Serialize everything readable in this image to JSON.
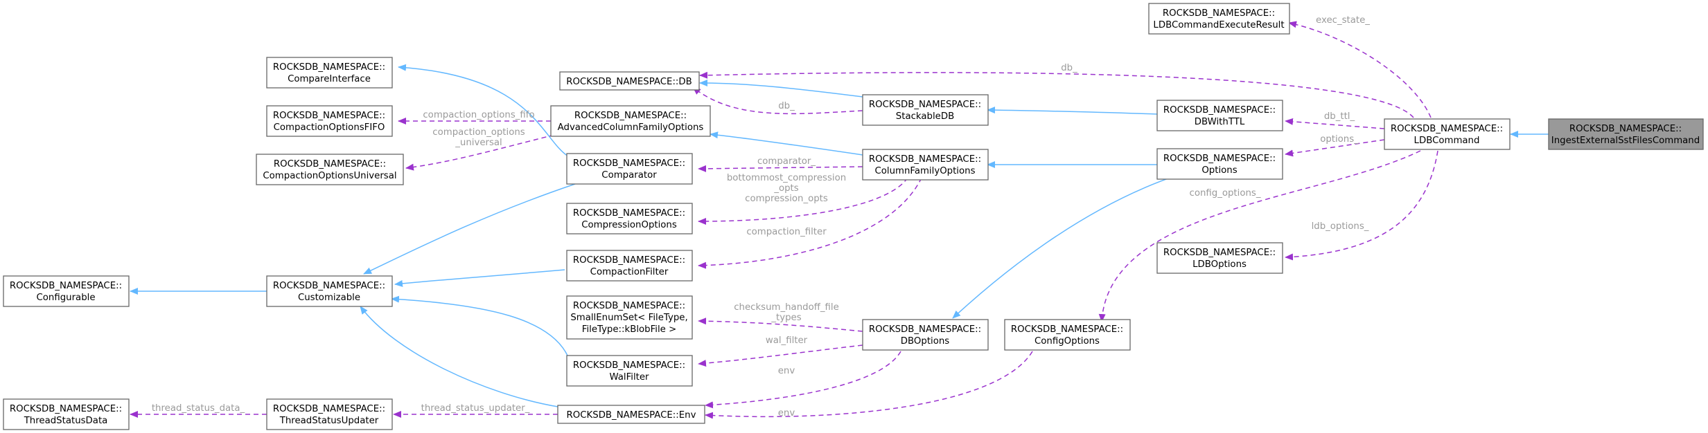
{
  "nodes": {
    "ingest": [
      "ROCKSDB_NAMESPACE::",
      "IngestExternalSstFilesCommand"
    ],
    "ldbcommand": [
      "ROCKSDB_NAMESPACE::",
      "LDBCommand"
    ],
    "ldbcmdexec": [
      "ROCKSDB_NAMESPACE::",
      "LDBCommandExecuteResult"
    ],
    "dbwithttl": [
      "ROCKSDB_NAMESPACE::",
      "DBWithTTL"
    ],
    "options": [
      "ROCKSDB_NAMESPACE::",
      "Options"
    ],
    "ldboptions": [
      "ROCKSDB_NAMESPACE::",
      "LDBOptions"
    ],
    "db": [
      "ROCKSDB_NAMESPACE::DB"
    ],
    "stackabledb": [
      "ROCKSDB_NAMESPACE::",
      "StackableDB"
    ],
    "cfoptions": [
      "ROCKSDB_NAMESPACE::",
      "ColumnFamilyOptions"
    ],
    "dboptions": [
      "ROCKSDB_NAMESPACE::",
      "DBOptions"
    ],
    "configoptions": [
      "ROCKSDB_NAMESPACE::",
      "ConfigOptions"
    ],
    "advcfoptions": [
      "ROCKSDB_NAMESPACE::",
      "AdvancedColumnFamilyOptions"
    ],
    "comparator": [
      "ROCKSDB_NAMESPACE::",
      "Comparator"
    ],
    "compressionoptions": [
      "ROCKSDB_NAMESPACE::",
      "CompressionOptions"
    ],
    "compactionfilter": [
      "ROCKSDB_NAMESPACE::",
      "CompactionFilter"
    ],
    "smallenumset": [
      "ROCKSDB_NAMESPACE::",
      "SmallEnumSet< FileType,",
      "FileType::kBlobFile >"
    ],
    "walfilter": [
      "ROCKSDB_NAMESPACE::",
      "WalFilter"
    ],
    "env": [
      "ROCKSDB_NAMESPACE::Env"
    ],
    "compareinterface": [
      "ROCKSDB_NAMESPACE::",
      "CompareInterface"
    ],
    "compactionoptionsfifo": [
      "ROCKSDB_NAMESPACE::",
      "CompactionOptionsFIFO"
    ],
    "compactionoptionsuniversal": [
      "ROCKSDB_NAMESPACE::",
      "CompactionOptionsUniversal"
    ],
    "customizable": [
      "ROCKSDB_NAMESPACE::",
      "Customizable"
    ],
    "configurable": [
      "ROCKSDB_NAMESPACE::",
      "Configurable"
    ],
    "threadstatusdata": [
      "ROCKSDB_NAMESPACE::",
      "ThreadStatusData"
    ],
    "threadstatusupdater": [
      "ROCKSDB_NAMESPACE::",
      "ThreadStatusUpdater"
    ]
  },
  "edge_labels": {
    "exec_state": [
      "exec_state_"
    ],
    "db_top": [
      "db_"
    ],
    "db_stack": [
      "db_"
    ],
    "db_ttl": [
      "db_ttl_"
    ],
    "options": [
      "options_"
    ],
    "config_options": [
      "config_options_"
    ],
    "ldb_options": [
      "ldb_options_"
    ],
    "compaction_fifo": [
      "compaction_options_fifo"
    ],
    "compaction_universal": [
      "compaction_options",
      "_universal"
    ],
    "comparator": [
      "comparator_"
    ],
    "compression": [
      "bottommost_compression",
      "_opts",
      "compression_opts"
    ],
    "compaction_filter": [
      "compaction_filter"
    ],
    "checksum": [
      "checksum_handoff_file",
      "_types"
    ],
    "wal_filter": [
      "wal_filter"
    ],
    "env_db": [
      "env"
    ],
    "env_config": [
      "env"
    ],
    "thread_status_updater": [
      "thread_status_updater_"
    ],
    "thread_status_data": [
      "thread_status_data_"
    ]
  }
}
